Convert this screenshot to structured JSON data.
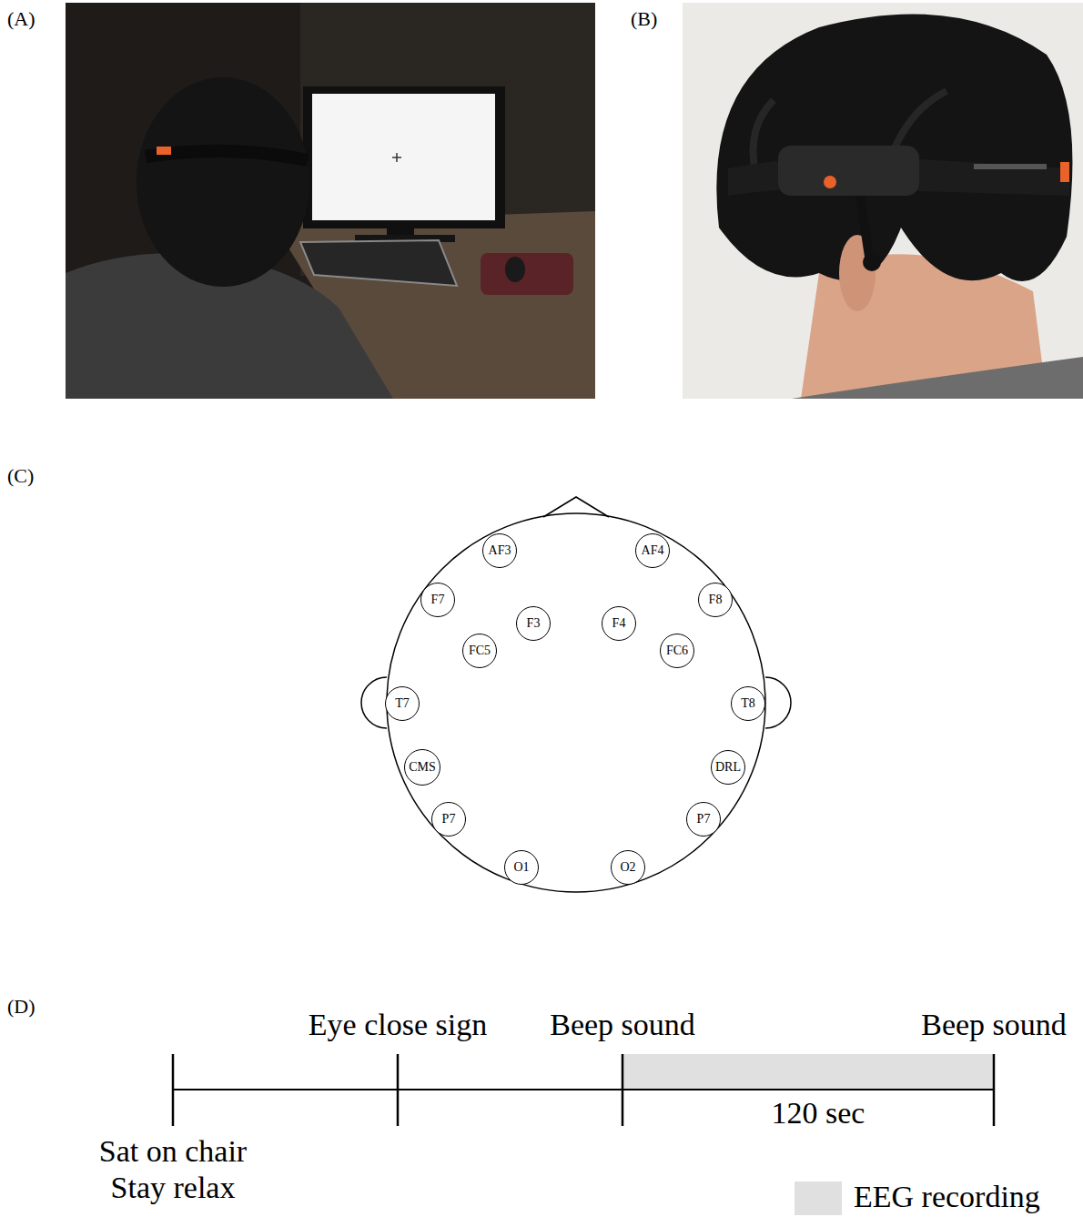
{
  "diagram": {
    "nodes": [
      {
        "text": [
          "AF3"
        ]
      },
      {
        "text": [
          "AF4"
        ]
      },
      {
        "text": [
          "F7"
        ]
      },
      {
        "text": [
          "F8"
        ]
      },
      {
        "text": [
          "F3"
        ]
      },
      {
        "text": [
          "F4"
        ]
      },
      {
        "text": [
          "FC5"
        ]
      },
      {
        "text": [
          "FC6"
        ]
      },
      {
        "text": [
          "T7"
        ]
      },
      {
        "text": [
          "T8"
        ]
      },
      {
        "text": [
          "CMS"
        ]
      },
      {
        "text": [
          "DRL"
        ]
      },
      {
        "text": [
          "P7"
        ]
      },
      {
        "text": [
          "P7"
        ]
      },
      {
        "text": [
          "O1"
        ]
      },
      {
        "text": [
          "O2"
        ]
      }
    ],
    "labels": [
      "(A)",
      "(B)",
      "(C)",
      "(D)",
      "Eye close sign",
      "Beep sound",
      "Beep sound",
      "120 sec",
      "Sat on chair Stay relax"
    ],
    "legend": [
      {
        "text": "EEG recording",
        "color": "#e0e0e0"
      }
    ]
  }
}
